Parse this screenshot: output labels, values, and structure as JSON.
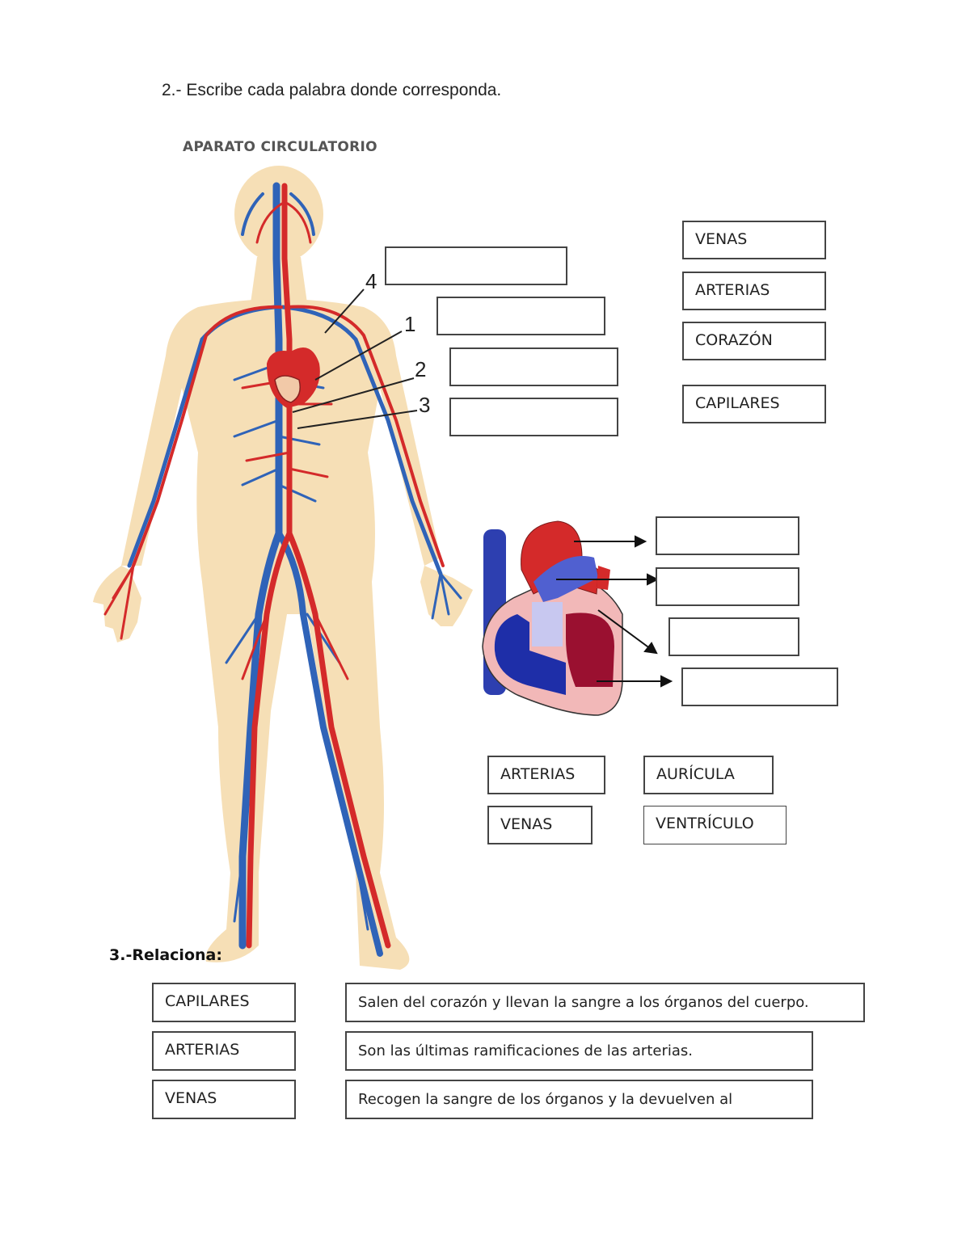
{
  "exercise2": {
    "instruction": "2.- Escribe cada palabra donde corresponda.",
    "diagram_title": "APARATO CIRCULATORIO",
    "body_numbers": [
      "4",
      "1",
      "2",
      "3"
    ],
    "body_words": [
      "VENAS",
      "ARTERIAS",
      "CORAZÓN",
      "CAPILARES"
    ],
    "heart_words": [
      "ARTERIAS",
      "AURÍCULA",
      "VENAS",
      "VENTRÍCULO"
    ]
  },
  "exercise3": {
    "instruction": "3.-Relaciona:",
    "terms": [
      "CAPILARES",
      "ARTERIAS",
      "VENAS"
    ],
    "definitions": [
      "Salen del corazón y llevan la sangre a los órganos del cuerpo.",
      "Son las últimas ramificaciones de las arterias.",
      "Recogen la sangre de los órganos y la devuelven al"
    ]
  },
  "colors": {
    "artery": "#d42a2a",
    "vein": "#2f63b8",
    "skin": "#f6dfb6",
    "heart_pink": "#f2b8b8",
    "heart_dark_red": "#9a1030"
  }
}
